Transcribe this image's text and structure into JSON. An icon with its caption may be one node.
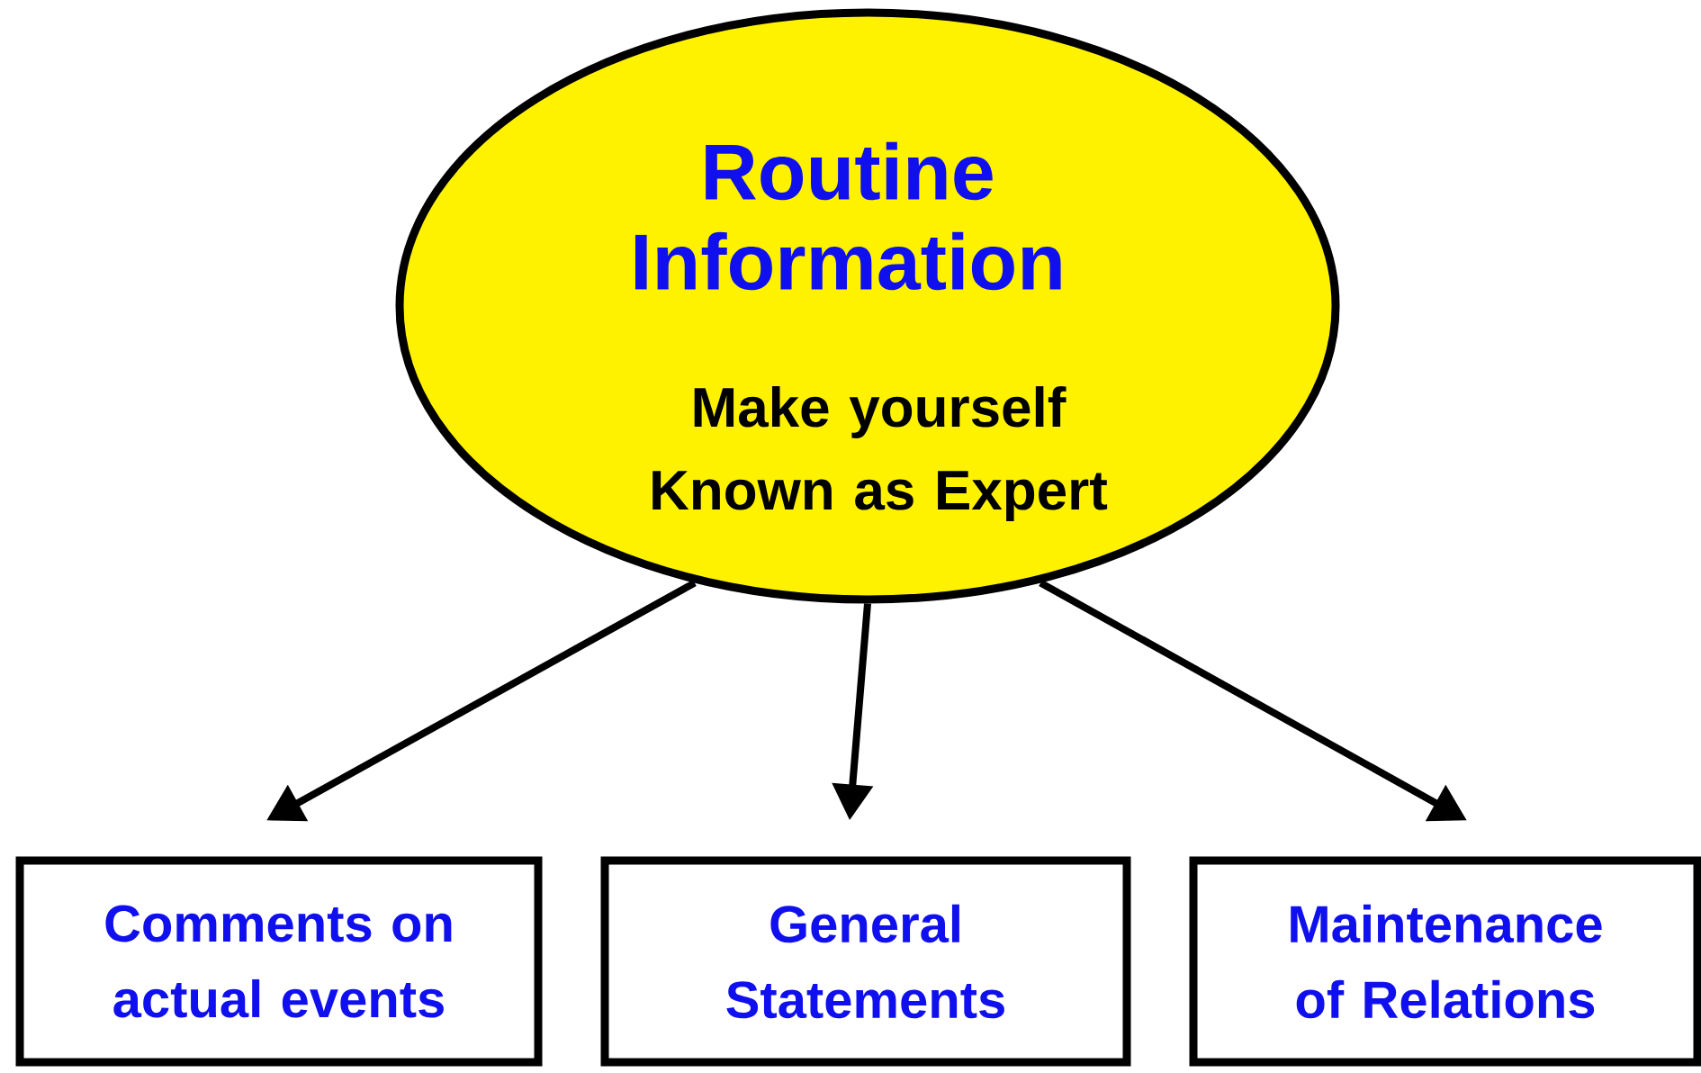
{
  "diagram": {
    "nodes": [
      {
        "text": [
          "Routine Information",
          "Make yourself Known as Expert"
        ]
      },
      {
        "text": [
          "Comments on actual events"
        ]
      },
      {
        "text": [
          "General Statements"
        ]
      },
      {
        "text": [
          "Maintenance of Relations"
        ]
      }
    ],
    "edges": [
      {
        "from": 0,
        "to": 1,
        "arrow": "to"
      },
      {
        "from": 0,
        "to": 2,
        "arrow": "to"
      },
      {
        "from": 0,
        "to": 3,
        "arrow": "to"
      }
    ]
  }
}
